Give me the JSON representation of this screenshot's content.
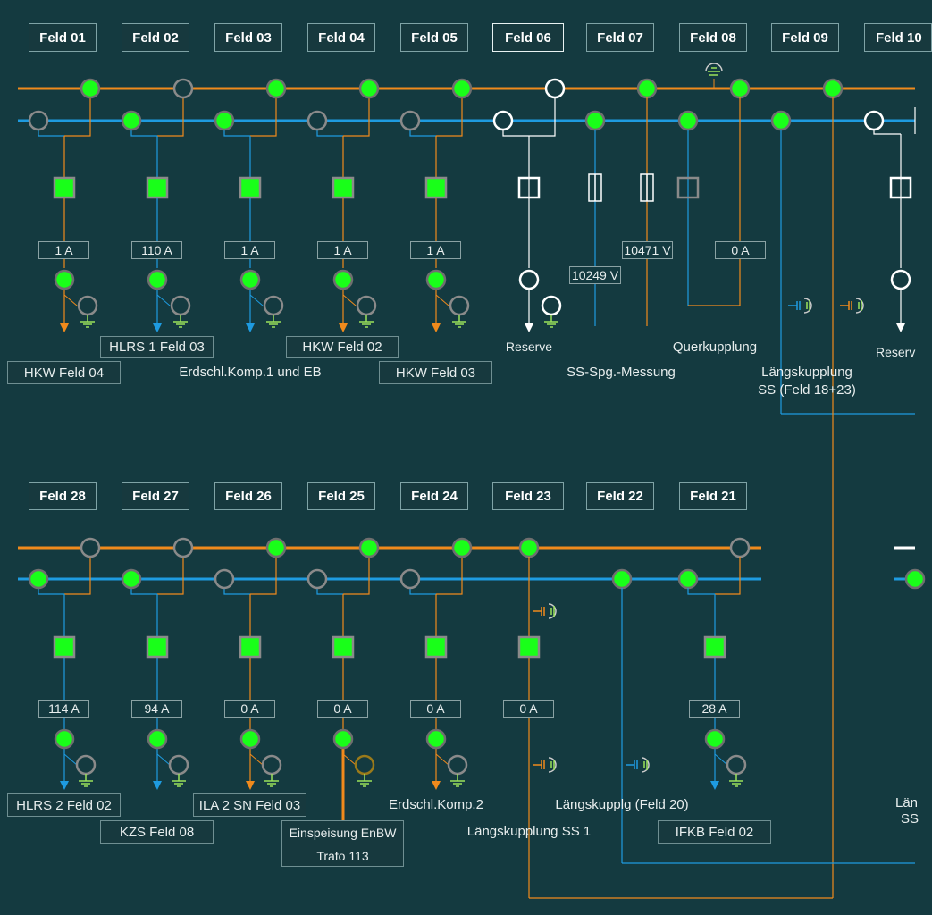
{
  "fields_top": [
    "Feld 01",
    "Feld 02",
    "Feld 03",
    "Feld 04",
    "Feld 05",
    "Feld 06",
    "Feld 07",
    "Feld 08",
    "Feld 09",
    "Feld 10"
  ],
  "fields_bottom": [
    "Feld 28",
    "Feld 27",
    "Feld 26",
    "Feld 25",
    "Feld 24",
    "Feld 23",
    "Feld 22",
    "Feld 21"
  ],
  "measurements": {
    "f01": "1 A",
    "f02": "110 A",
    "f03": "1 A",
    "f04": "1 A",
    "f05": "1 A",
    "f07a": "10249 V",
    "f07b": "10471 V",
    "f08": "0 A",
    "f28": "114 A",
    "f27": "94 A",
    "f26": "0 A",
    "f25": "0 A",
    "f24": "0 A",
    "f23": "0 A",
    "f21": "28 A"
  },
  "labels": {
    "hlrs1": "HLRS 1 Feld 03",
    "hkw_f02": "HKW Feld 02",
    "hkw_f04": "HKW Feld 04",
    "erdschl1": "Erdschl.Komp.1 und EB",
    "hkw_f03": "HKW Feld 03",
    "reserve": "Reserve",
    "ss_spg": "SS-Spg.-Messung",
    "querkupplung": "Querkupplung",
    "laengs_1": "Längskupplung",
    "laengs_2": "SS (Feld 18+23)",
    "reserve2": "Reserv",
    "hlrs2": "HLRS 2 Feld 02",
    "kzs": "KZS Feld 08",
    "ila2": "ILA 2 SN Feld 03",
    "einsp_1": "Einspeisung EnBW",
    "einsp_2": "Trafo 113",
    "erdschl2": "Erdschl.Komp.2",
    "laengs_ss1": "Längskupplung SS 1",
    "laengskupplg": "Längskupplg (Feld 20)",
    "ifkb": "IFKB Feld 02",
    "cut_1": "Län",
    "cut_2": "SS"
  },
  "colors": {
    "background": "#143a40",
    "busbar_1": "#f08a1c",
    "busbar_2": "#1e9be0",
    "closed": "#19ff19",
    "open": "#8a8a8a"
  }
}
